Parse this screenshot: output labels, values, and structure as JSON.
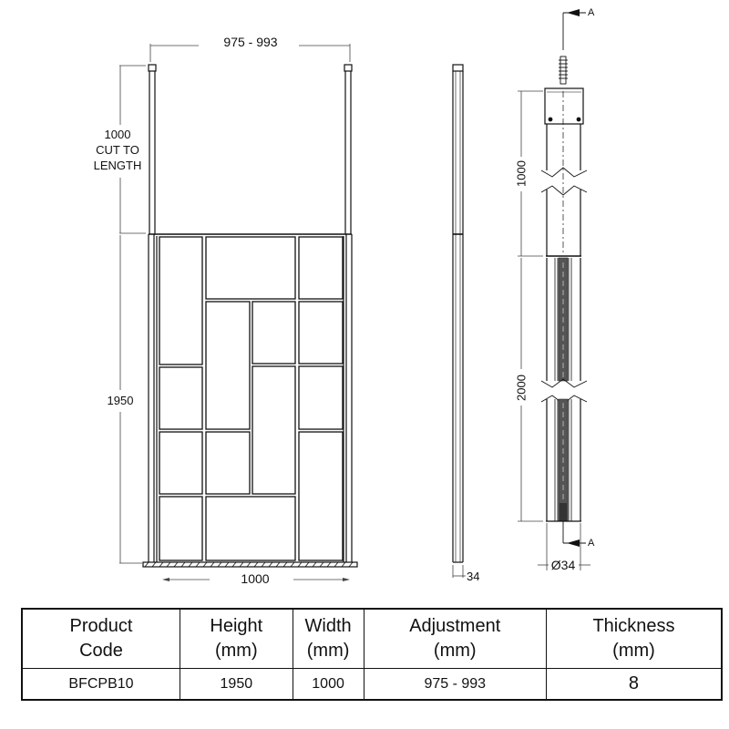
{
  "front_view": {
    "adjustment_label": "975 - 993",
    "arm_length_label_line1": "1000",
    "arm_length_label_line2": "CUT TO",
    "arm_length_label_line3": "LENGTH",
    "panel_height_label": "1950",
    "panel_width_label": "1000"
  },
  "side_view": {
    "depth_label": "34"
  },
  "section_view": {
    "section_marker": "A",
    "upper_length_label": "1000",
    "lower_length_label": "2000",
    "diameter_label": "Ø34"
  },
  "spec_table": {
    "headers": [
      {
        "line1": "Product",
        "line2": "Code"
      },
      {
        "line1": "Height",
        "line2": "(mm)"
      },
      {
        "line1": "Width",
        "line2": "(mm)"
      },
      {
        "line1": "Adjustment",
        "line2": "(mm)"
      },
      {
        "line1": "Thickness",
        "line2": "(mm)"
      }
    ],
    "rows": [
      [
        "BFCPB10",
        "1950",
        "1000",
        "975 - 993",
        "8"
      ]
    ]
  },
  "colors": {
    "line": "#111111",
    "dim_line": "#444444",
    "background": "#ffffff"
  }
}
